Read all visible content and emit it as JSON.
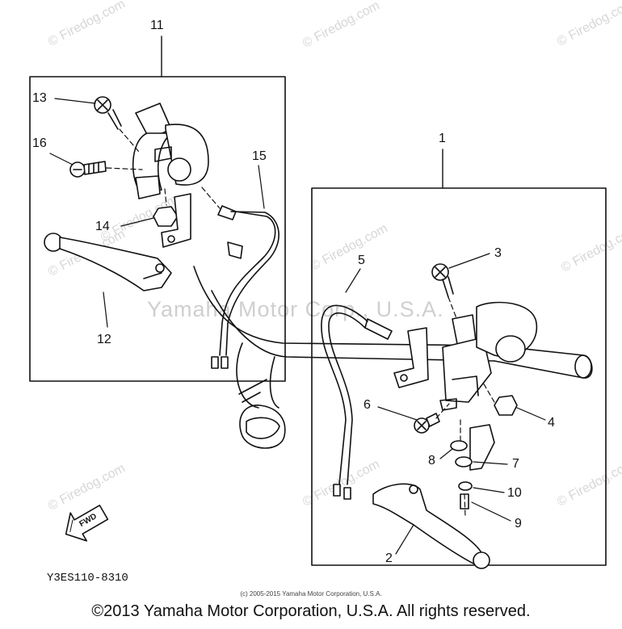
{
  "watermarks": {
    "firedog": "© Firedog.com",
    "yamaha": "Yamaha Motor Corp., U.S.A."
  },
  "callouts": {
    "c1": "1",
    "c2": "2",
    "c3": "3",
    "c4": "4",
    "c5": "5",
    "c6": "6",
    "c7": "7",
    "c8": "8",
    "c9": "9",
    "c10": "10",
    "c11": "11",
    "c12": "12",
    "c13": "13",
    "c14": "14",
    "c15": "15",
    "c16": "16"
  },
  "fwd_label": "FWD",
  "part_code": "Y3ES110-8310",
  "small_copyright": "(c) 2005-2015 Yamaha Motor Corporation, U.S.A.",
  "copyright": "©2013 Yamaha Motor Corporation, U.S.A. All rights reserved."
}
